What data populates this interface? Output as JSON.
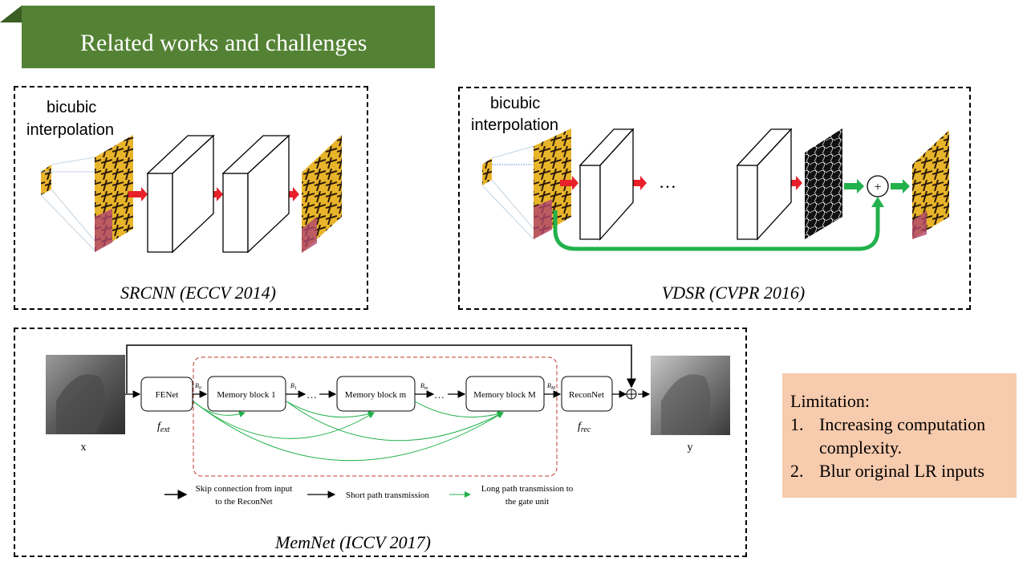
{
  "slide": {
    "title": "Related works and challenges",
    "banner_color": "#548235"
  },
  "srcnn": {
    "input_label_line1": "bicubic",
    "input_label_line2": "interpolation",
    "caption": "SRCNN (ECCV 2014)"
  },
  "vdsr": {
    "input_label_line1": "bicubic",
    "input_label_line2": "interpolation",
    "ellipsis": "…",
    "sum_symbol": "+",
    "caption": "VDSR (CVPR 2016)"
  },
  "memnet": {
    "fenet": "FENet",
    "memory_block_1": "Memory block 1",
    "memory_block_m": "Memory block m",
    "memory_block_M": "Memory block M",
    "reconnet": "ReconNet",
    "f_ext": "f",
    "f_ext_sub": "ext",
    "f_rec": "f",
    "f_rec_sub": "rec",
    "input_label": "x",
    "output_label": "y",
    "b0": "B",
    "b0_sub": "0",
    "b1": "B",
    "b1_sub": "1",
    "bm": "B",
    "bm_sub": "m",
    "bM": "B",
    "bM_sub": "M",
    "dots": "…",
    "legend_skip_line1": "Skip connection from input",
    "legend_skip_line2": "to the ReconNet",
    "legend_short": "Short path transmission",
    "legend_long_line1": "Long path transmission to",
    "legend_long_line2": "the gate unit",
    "caption": "MemNet (ICCV 2017)"
  },
  "limitation": {
    "heading": "Limitation:",
    "item1_num": "1.",
    "item1_line1": "Increasing computation",
    "item1_line2": "complexity.",
    "item2_num": "2.",
    "item2": "Blur original LR inputs"
  },
  "colors": {
    "arrow_red": "#e8202a",
    "arrow_green": "#22b14c",
    "dashed_red": "#c0392b",
    "limitation_bg": "#f7cbad"
  }
}
